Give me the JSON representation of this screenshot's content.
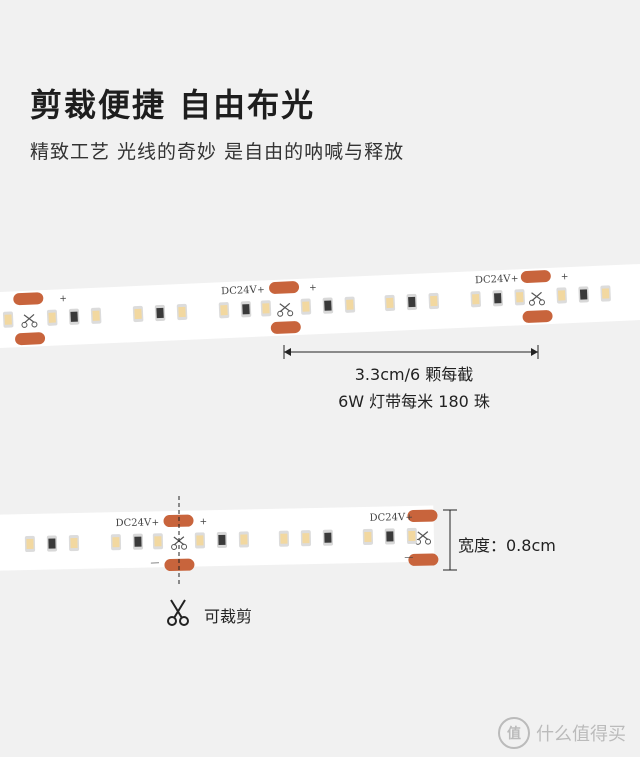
{
  "headline": "剪裁便捷 自由布光",
  "tagline": "精致工艺 光线的奇妙 是自由的呐喊与释放",
  "strip_marking": "DC24V",
  "polarity_plus": "+",
  "polarity_minus": "—",
  "segment_length": "3.3cm/6 颗每截",
  "power_density": "6W 灯带每米 180 珠",
  "width_label": "宽度：0.8cm",
  "cut_label": "可裁剪",
  "watermark_text": "什么值得买",
  "watermark_logo": "值",
  "colors": {
    "background": "#f1f1f1",
    "strip": "#ffffff",
    "copper_pad": "#c8643c",
    "led_chip": "#f2d8a0",
    "resistor": "#3a3a3a"
  }
}
